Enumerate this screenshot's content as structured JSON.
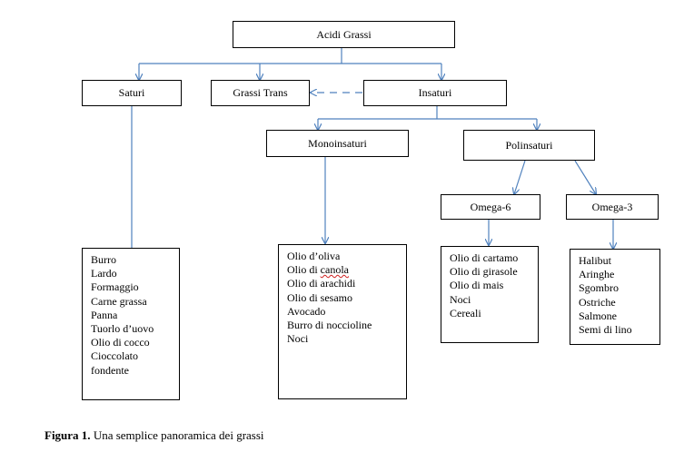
{
  "root": {
    "label": "Acidi Grassi"
  },
  "saturi": {
    "label": "Saturi",
    "items": [
      "Burro",
      "Lardo",
      "Formaggio",
      "Carne grassa",
      "Panna",
      "Tuorlo d’uovo",
      "Olio di cocco",
      "Cioccolato",
      "fondente"
    ]
  },
  "trans": {
    "label": "Grassi Trans"
  },
  "insaturi": {
    "label": "Insaturi"
  },
  "mono": {
    "label": "Monoinsaturi",
    "items": [
      "Olio d’oliva",
      "Olio di canola",
      "Olio di arachidi",
      "Olio di sesamo",
      "Avocado",
      "Burro di noccioline",
      "Noci"
    ]
  },
  "poli": {
    "label": "Polinsaturi"
  },
  "omega6": {
    "label": "Omega-6",
    "items": [
      "Olio di cartamo",
      "Olio di girasole",
      "Olio di mais",
      "Noci",
      "Cereali"
    ]
  },
  "omega3": {
    "label": "Omega-3",
    "items": [
      "Halibut",
      "Aringhe",
      "Sgombro",
      "Ostriche",
      "Salmone",
      "Semi di lino"
    ]
  },
  "caption": {
    "prefix": "Figura 1.",
    "text": "Una semplice panoramica dei grassi"
  },
  "colors": {
    "connector": "#4f81bd",
    "border": "#000000"
  }
}
